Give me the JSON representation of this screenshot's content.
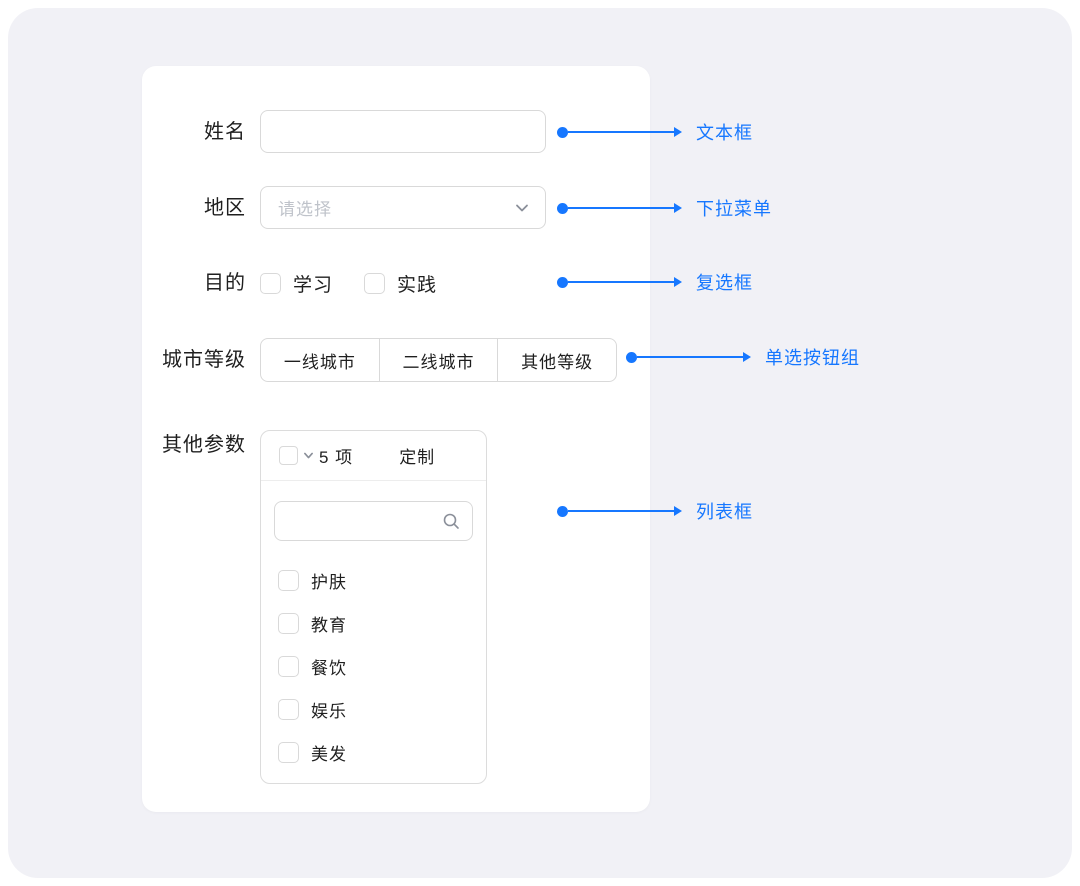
{
  "colors": {
    "accent": "#1677ff",
    "panel_bg": "#f1f1f6",
    "border": "#d9d9d9"
  },
  "form": {
    "rows": [
      {
        "label": "姓名",
        "type": "text-input",
        "value": "",
        "annotation": "文本框"
      },
      {
        "label": "地区",
        "type": "select",
        "placeholder": "请选择",
        "annotation": "下拉菜单"
      },
      {
        "label": "目的",
        "type": "checkbox-group",
        "options": [
          "学习",
          "实践"
        ],
        "annotation": "复选框"
      },
      {
        "label": "城市等级",
        "type": "radio-group",
        "options": [
          "一线城市",
          "二线城市",
          "其他等级"
        ],
        "annotation": "单选按钮组"
      },
      {
        "label": "其他参数",
        "type": "listbox",
        "annotation": "列表框"
      }
    ],
    "listbox": {
      "count_label": "5 项",
      "action_label": "定制",
      "search_value": "",
      "options": [
        "护肤",
        "教育",
        "餐饮",
        "娱乐",
        "美发"
      ]
    }
  },
  "icons": {
    "select_chevron": "chevron-down",
    "listbox_chevron": "chevron-down",
    "search": "magnifier"
  }
}
